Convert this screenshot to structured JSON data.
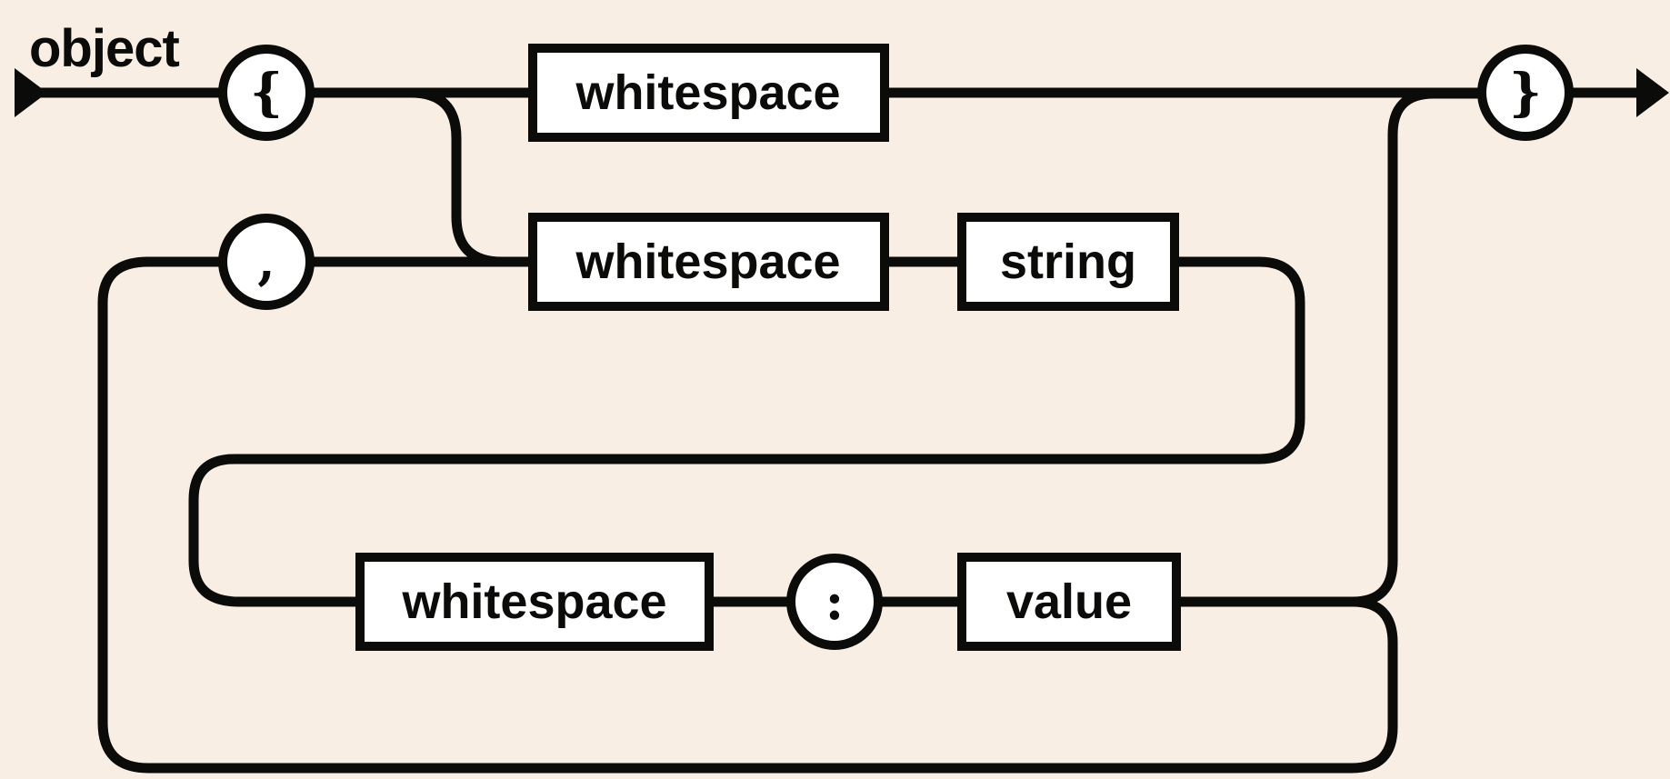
{
  "diagram": {
    "title": "object",
    "type": "railroad-syntax-diagram",
    "colors": {
      "background": "#F8EEE3",
      "line": "#0B0B09",
      "node_fill": "#FFFFFF",
      "text": "#0B0B09"
    },
    "nodes": {
      "open_brace": {
        "label": "{",
        "kind": "terminal"
      },
      "ws_top": {
        "label": "whitespace",
        "kind": "nonterminal"
      },
      "close_brace": {
        "label": "}",
        "kind": "terminal"
      },
      "comma": {
        "label": ",",
        "kind": "terminal"
      },
      "ws_member": {
        "label": "whitespace",
        "kind": "nonterminal"
      },
      "string": {
        "label": "string",
        "kind": "nonterminal"
      },
      "ws_value": {
        "label": "whitespace",
        "kind": "nonterminal"
      },
      "colon": {
        "label": ":",
        "kind": "terminal"
      },
      "value": {
        "label": "value",
        "kind": "nonterminal"
      }
    }
  }
}
